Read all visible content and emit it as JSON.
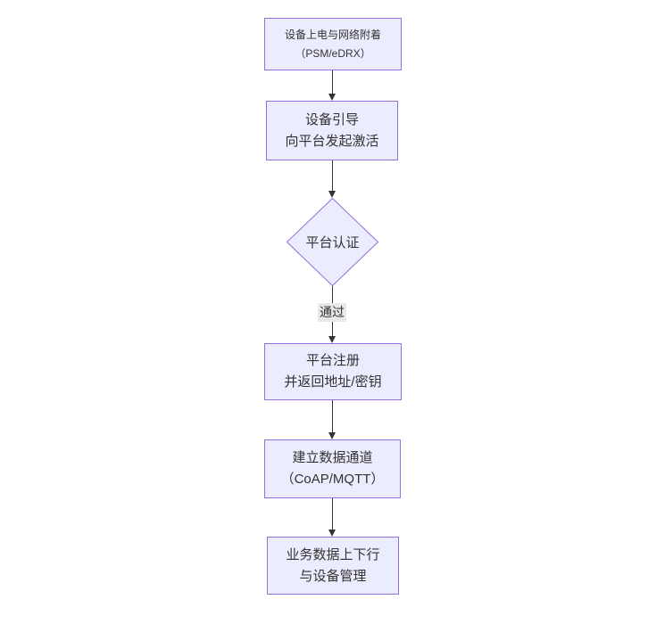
{
  "diagram": {
    "type": "flowchart-top-down",
    "colors": {
      "node_fill": "#ECECFF",
      "node_border": "#9370DB",
      "node_text": "#333333",
      "edge_line": "#333333",
      "edge_label_bg": "#e8e8e8",
      "background": "#ffffff"
    },
    "nodes": [
      {
        "id": "power-attach",
        "shape": "rect",
        "line1": "设备上电与网络附着",
        "line2": "（PSM/eDRX）"
      },
      {
        "id": "bootstrap",
        "shape": "rect",
        "line1": "设备引导",
        "line2": "向平台发起激活"
      },
      {
        "id": "platform-auth",
        "shape": "diamond",
        "label": "平台认证"
      },
      {
        "id": "register",
        "shape": "rect",
        "line1": "平台注册",
        "line2": "并返回地址/密钥"
      },
      {
        "id": "data-channel",
        "shape": "rect",
        "line1": "建立数据通道",
        "line2": "（CoAP/MQTT）"
      },
      {
        "id": "business-data",
        "shape": "rect",
        "line1": "业务数据上下行",
        "line2": "与设备管理"
      }
    ],
    "edges": [
      {
        "from": "power-attach",
        "to": "bootstrap",
        "label": ""
      },
      {
        "from": "bootstrap",
        "to": "platform-auth",
        "label": ""
      },
      {
        "from": "platform-auth",
        "to": "register",
        "label": "通过"
      },
      {
        "from": "register",
        "to": "data-channel",
        "label": ""
      },
      {
        "from": "data-channel",
        "to": "business-data",
        "label": ""
      }
    ],
    "edge_label_pass": "通过"
  }
}
